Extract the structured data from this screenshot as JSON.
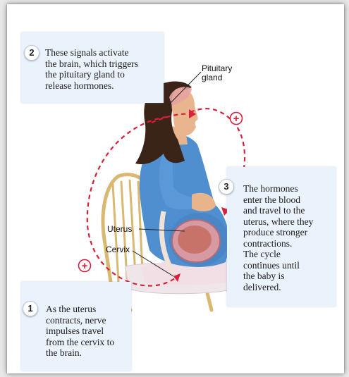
{
  "steps": [
    {
      "number": "2",
      "text": "These signals activate\nthe brain, which triggers\nthe pituitary gland to\nrelease hormones."
    },
    {
      "number": "3",
      "text": "The hormones\nenter the blood\nand travel to the\nuterus, where they\nproduce stronger\ncontractions.\nThe cycle\ncontinues until\nthe baby is\ndelivered."
    },
    {
      "number": "1",
      "text": "As the uterus\ncontracts, nerve\nimpulses travel\nfrom the cervix to\nthe brain."
    }
  ],
  "labels": {
    "pituitary": "Pituitary\ngland",
    "uterus": "Uterus",
    "cervix": "Cervix"
  },
  "feedback_symbol": "+",
  "colors": {
    "arrow": "#d8203a",
    "box": "#eaf3fb",
    "shirt": "#4f8fd0",
    "hair": "#3a2418",
    "skin": "#e8b48c",
    "chair": "#e6c98a"
  }
}
